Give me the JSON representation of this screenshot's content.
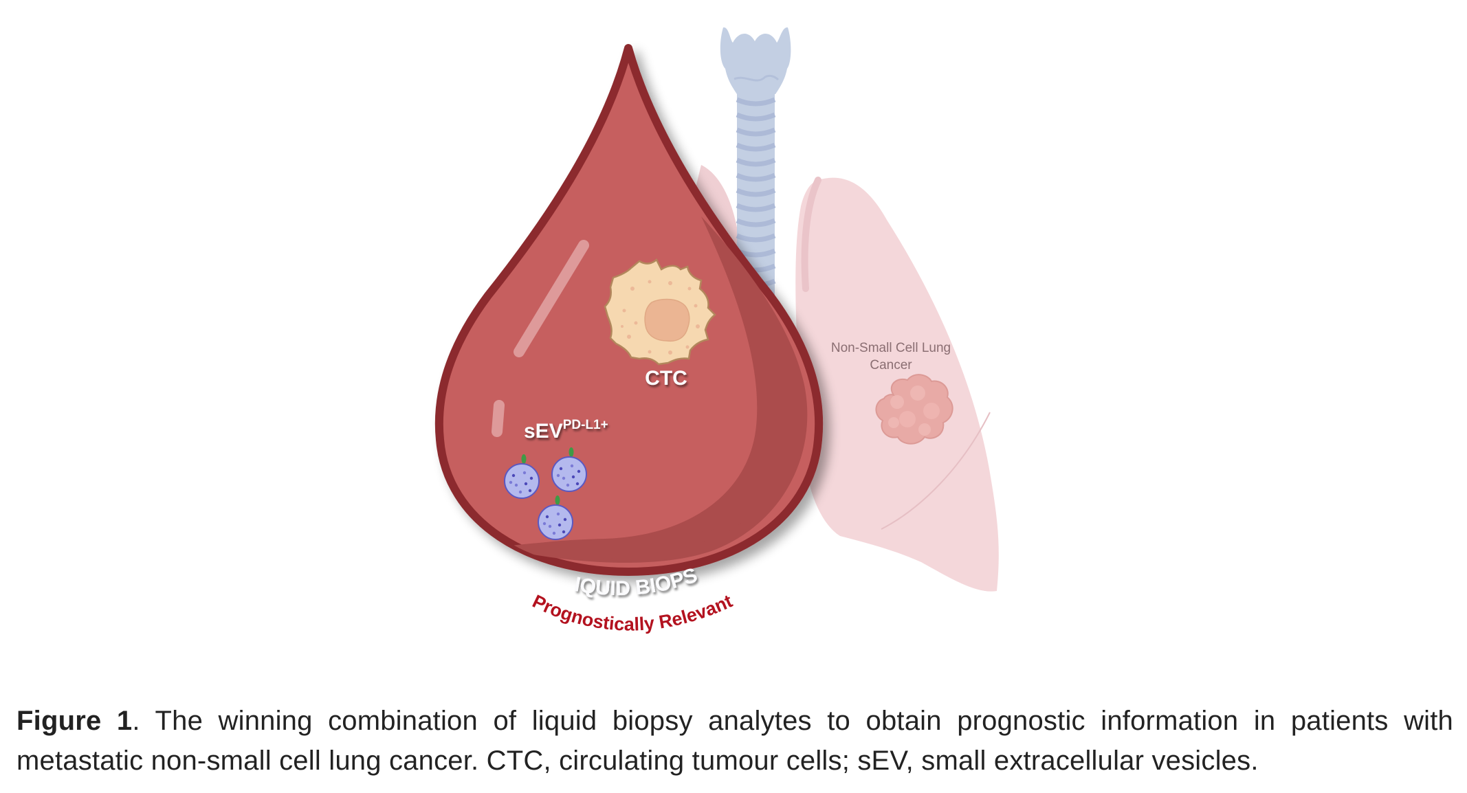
{
  "figure": {
    "labels": {
      "ctc": "CTC",
      "sev_base": "sEV",
      "sev_superscript": "PD-L1+",
      "liquid_biopsy": "LIQUID BIOPSY",
      "prognostic": "Prognostically Relevant",
      "lung_line1": "Non-Small Cell Lung",
      "lung_line2": "Cancer"
    },
    "colors": {
      "drop_fill": "#c65e5e",
      "drop_outline": "#8c2a2d",
      "drop_shade": "#ab4c4c",
      "ctc_fill": "#f6d8b0",
      "ctc_nucleus": "#ebb593",
      "vesicle_fill": "#b4b9ee",
      "vesicle_outline": "#5a58c2",
      "receptor": "#3f9a46",
      "lung_fill": "#f4d7da",
      "tumor_fill": "#e8aaa6",
      "trachea_fill": "#c3cfe3",
      "trachea_ring": "#adbad7",
      "prognostic_text": "#b3121f"
    }
  },
  "caption": {
    "label": "Figure 1",
    "text": ". The winning combination of liquid biopsy analytes to obtain prognostic information in patients with metastatic non-small cell lung cancer. CTC, circulating tumour cells; sEV, small extracellular vesicles."
  }
}
